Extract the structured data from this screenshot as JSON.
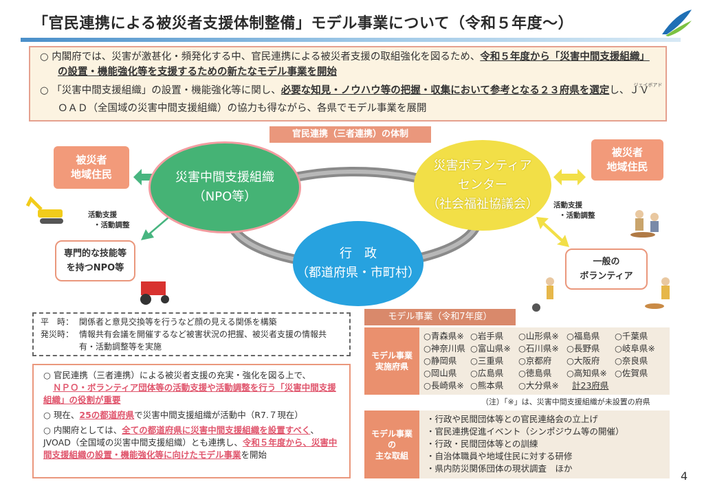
{
  "title": "「官民連携による被災者支援体制整備」モデル事業について（令和５年度～）",
  "summary": {
    "p1_plain": "○ 内閣府では、災害が激甚化・頻発化する中、官民連携による被災者支援の取組強化を図るため、",
    "p1_bold": "令和５年度から「災害中間支援組織」の設置・機能強化等を支援するための新たなモデル事業を開始",
    "p2_plain1": "○ 「災害中間支援組織」の設置・機能強化等に関し、",
    "p2_bold": "必要な知見・ノウハウ等の把握・収集において参考となる２３府県を選定",
    "p2_plain2": "し、ＪＶＯＡＤ（全国域の災害中間支援組織）の協力も得ながら、各県でモデル事業を展開",
    "ruby": "ジェイボアド"
  },
  "diagram": {
    "frame_label": "官民連携（三者連携）の体制",
    "npo_circle": [
      "災害中間支援組織",
      "（NPO等）"
    ],
    "volunteer_center": [
      "災害ボランティア",
      "センター",
      "（社会福祉協議会）"
    ],
    "government": [
      "行　政",
      "（都道府県・市町村）"
    ],
    "left_residents": [
      "被災者",
      "地域住民"
    ],
    "right_residents": [
      "被災者",
      "地域住民"
    ],
    "skilled_npo": [
      "専門的な技能等",
      "を持つNPO等"
    ],
    "general_volunteer": [
      "一般の",
      "ボランティア"
    ],
    "support_left": [
      "活動支援",
      "・活動調整"
    ],
    "support_right": [
      "活動支援",
      "・活動調整"
    ]
  },
  "dashed_box": {
    "normal_label": "平　時：",
    "normal_text": "関係者と意見交換等を行うなど顔の見える関係を構築",
    "disaster_label": "発災時：",
    "disaster_text": "情報共有会議を開催するなど被害状況の把握、被災者支援の情報共有・活動調整等を実施"
  },
  "points": {
    "p1_plain": "○ 官民連携（三者連携）による被災者支援の充実・強化を図る上で、",
    "p1_red": "ＮＰＯ・ボランティア団体等の活動支援や活動調整を行う「災害中間支援組織」の役割が重要",
    "p2_a": "○ 現在、",
    "p2_red": "25の都道府県",
    "p2_b": "で災害中間支援組織が活動中（R7.７現在）",
    "p3_a": "○ 内閣府としては、",
    "p3_red1": "全ての都道府県に災害中間支援組織を設置すべく",
    "p3_b": "、JVOAD（全国域の災害中間支援組織）とも連携し、",
    "p3_red2": "令和５年度から、災害中間支援組織の設置・機能強化等に向けたモデル事業",
    "p3_c": "を開始"
  },
  "model": {
    "tab": "モデル事業（令和7年度）",
    "row1_label": [
      "モデル事業",
      "実施府県"
    ],
    "prefectures": [
      "○青森県※",
      "○岩手県",
      "○山形県※",
      "○福島県",
      "○千葉県",
      "○神奈川県",
      "○富山県※",
      "○石川県※",
      "○長野県",
      "○岐阜県※",
      "○静岡県",
      "○三重県",
      "○京都府",
      "○大阪府",
      "○奈良県",
      "○岡山県",
      "○広島県",
      "○徳島県",
      "○高知県※",
      "○佐賀県",
      "○長崎県※",
      "○熊本県",
      "○大分県※"
    ],
    "total": "計23府県",
    "note": "（注）「※」は、災害中間支援組織が未設置の府県",
    "row2_label": [
      "モデル事業",
      "の",
      "主な取組"
    ],
    "activities": [
      "・行政や民間団体等との官民連絡会の立上げ",
      "・官民連携促進イベント（シンポジウム等の開催）",
      "・行政・民間団体等との訓練",
      "・自治体職員や地域住民に対する研修",
      "・県内防災関係団体の現状調査　ほか"
    ]
  },
  "page_number": "4",
  "colors": {
    "green": "#45b375",
    "yellow": "#f2df47",
    "blue": "#27a2df",
    "salmon": "#ea977c",
    "red_text": "#e0566d"
  }
}
